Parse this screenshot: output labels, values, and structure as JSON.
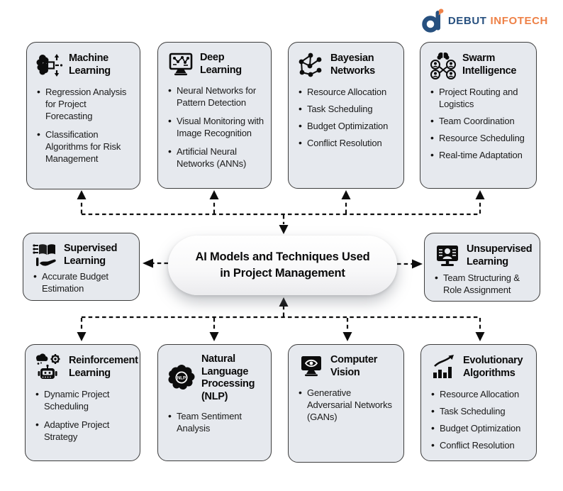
{
  "logo": {
    "brand_primary": "DEBUT",
    "brand_secondary": "INFOTECH",
    "primary_color": "#27507f",
    "secondary_color": "#ee8147"
  },
  "center": {
    "title": "AI Models and Techniques Used in Project Management"
  },
  "colors": {
    "card_fill": "#e6e9ee",
    "card_border": "#3d3d3d",
    "connector": "#0d0d0d"
  },
  "cards": [
    {
      "id": "machine-learning",
      "title": "Machine Learning",
      "icon": "brain-circuit-icon",
      "bullets": [
        "Regression Analysis for Project Forecasting",
        "Classification Algorithms for Risk Management"
      ]
    },
    {
      "id": "deep-learning",
      "title": "Deep Learning",
      "icon": "monitor-network-icon",
      "bullets": [
        "Neural Networks for Pattern Detection",
        "Visual Monitoring with Image Recognition",
        "Artificial Neural Networks (ANNs)"
      ]
    },
    {
      "id": "bayesian-networks",
      "title": "Bayesian Networks",
      "icon": "graph-nodes-icon",
      "bullets": [
        "Resource Allocation",
        "Task Scheduling",
        "Budget Optimization",
        "Conflict Resolution"
      ]
    },
    {
      "id": "swarm-intelligence",
      "title": "Swarm Intelligence",
      "icon": "swarm-team-brain-icon",
      "bullets": [
        "Project Routing and Logistics",
        "Team Coordination",
        "Resource Scheduling",
        "Real-time Adaptation"
      ]
    },
    {
      "id": "supervised-learning",
      "title": "Supervised Learning",
      "icon": "book-hand-icon",
      "bullets": [
        "Accurate Budget Estimation"
      ]
    },
    {
      "id": "unsupervised-learning",
      "title": "Unsupervised Learning",
      "icon": "monitor-person-icon",
      "bullets": [
        "Team Structuring & Role Assignment"
      ]
    },
    {
      "id": "reinforcement-learning",
      "title": "Reinforcement Learning",
      "icon": "robot-cloud-gear-icon",
      "bullets": [
        "Dynamic Project Scheduling",
        "Adaptive Project Strategy"
      ]
    },
    {
      "id": "nlp",
      "title": "Natural Language Processing (NLP)",
      "icon": "brain-nlp-icon",
      "bullets": [
        "Team Sentiment Analysis"
      ]
    },
    {
      "id": "computer-vision",
      "title": "Computer Vision",
      "icon": "monitor-eye-icon",
      "bullets": [
        "Generative Adversarial Networks (GANs)"
      ]
    },
    {
      "id": "evolutionary-algorithms",
      "title": "Evolutionary Algorithms",
      "icon": "growth-chart-icon",
      "bullets": [
        "Resource Allocation",
        "Task Scheduling",
        "Budget Optimization",
        "Conflict Resolution"
      ]
    }
  ]
}
